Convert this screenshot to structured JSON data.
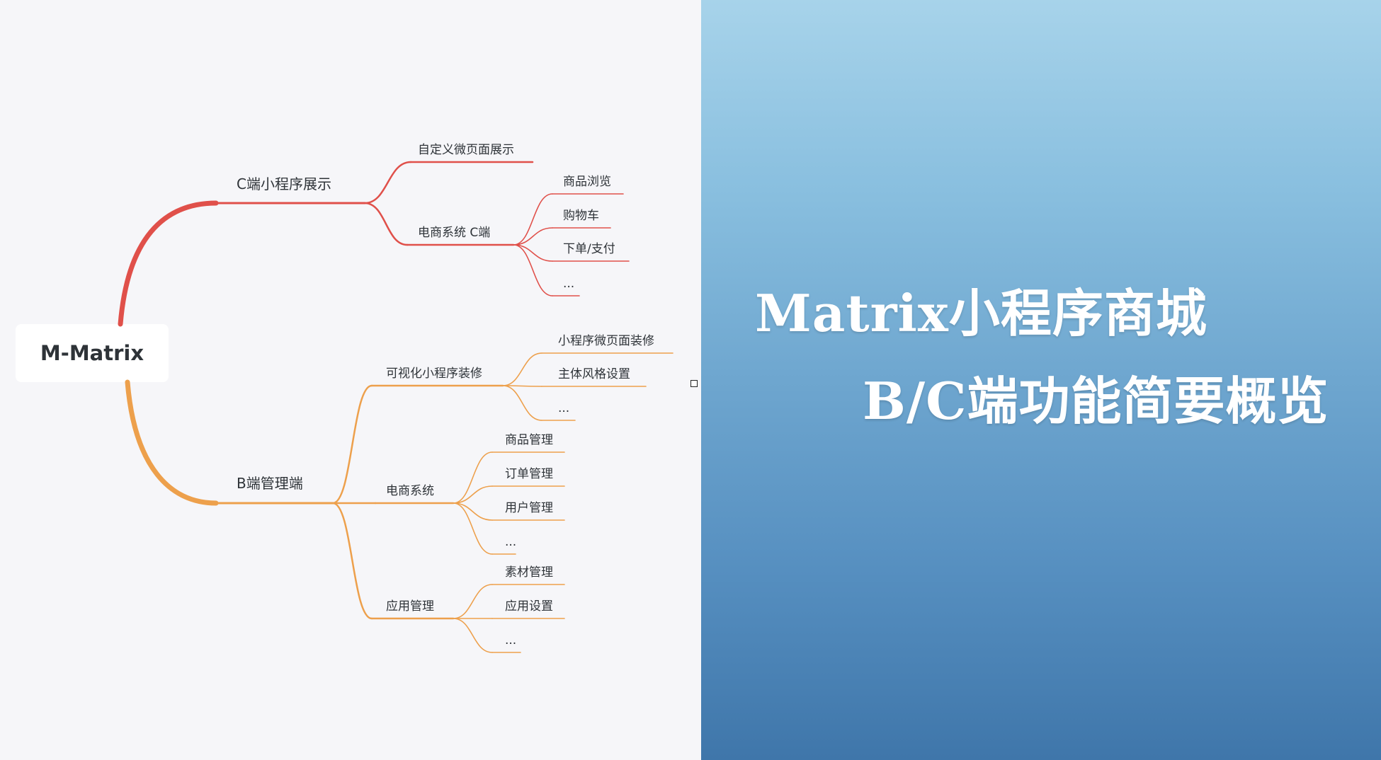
{
  "mindmap": {
    "root": "M-Matrix",
    "branches": [
      {
        "label": "C端小程序展示",
        "color": "#e0504a",
        "children": [
          {
            "label": "自定义微页面展示",
            "children": []
          },
          {
            "label": "电商系统 C端",
            "children": [
              "商品浏览",
              "购物车",
              "下单/支付",
              "..."
            ]
          }
        ]
      },
      {
        "label": "B端管理端",
        "color": "#eda04c",
        "children": [
          {
            "label": "可视化小程序装修",
            "children": [
              "小程序微页面装修",
              "主体风格设置",
              "..."
            ]
          },
          {
            "label": "电商系统",
            "children": [
              "商品管理",
              "订单管理",
              "用户管理",
              "..."
            ]
          },
          {
            "label": "应用管理",
            "children": [
              "素材管理",
              "应用设置",
              "..."
            ]
          }
        ]
      }
    ]
  },
  "slide_title": {
    "line1": "Matrix小程序商城",
    "line2": "B/C端功能简要概览"
  }
}
